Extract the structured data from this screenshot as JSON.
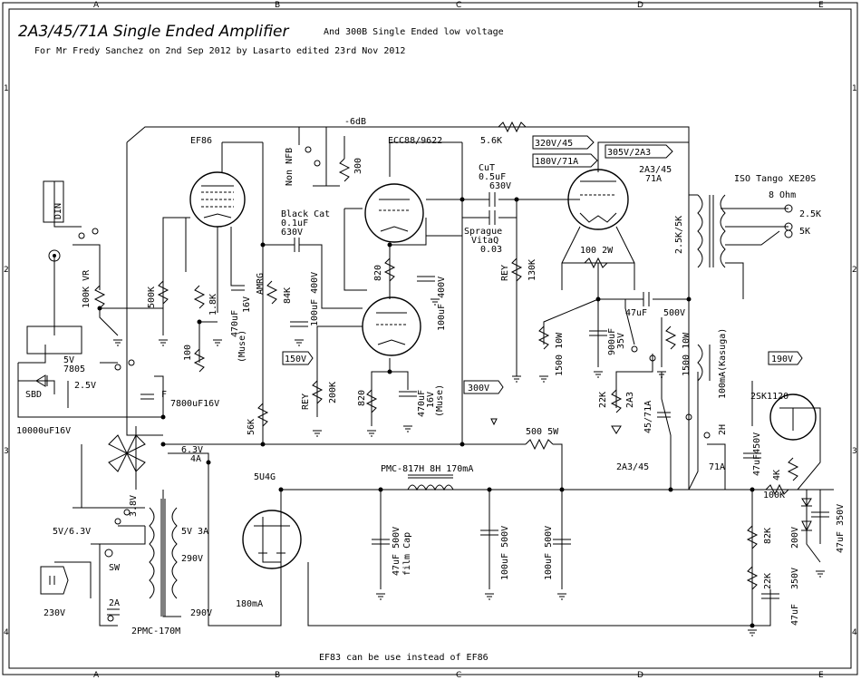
{
  "title": {
    "main": "2A3/45/71A Single Ended Amplifier",
    "sub": "And 300B Single Ended low voltage",
    "credit": "For Mr Fredy Sanchez   on 2nd Sep 2012 by Lasarto edited 23rd Nov 2012"
  },
  "grid": {
    "cols": [
      "A",
      "B",
      "C",
      "D",
      "E"
    ],
    "rows": [
      "1",
      "2",
      "3",
      "4"
    ]
  },
  "tubes": {
    "ef86": "EF86",
    "ecc88": "ECC88/9622",
    "output": "2A3/45",
    "output2": "71A",
    "rect": "5U4G",
    "regulator": "2SK1120"
  },
  "feedback": {
    "nfb": "-6dB",
    "res": "5.6K",
    "switch": "Non NFB",
    "res2": "300"
  },
  "input": {
    "din": "DIN",
    "vr": "100K VR",
    "r500k": "500K",
    "r1k8": "1.8K",
    "cap470": "470uF",
    "v16": "16V",
    "muse": "(Muse)",
    "r100": "100",
    "c7800": "7800uF16V",
    "amrg": "AMRG",
    "r84k": "84K"
  },
  "coupling": {
    "bc1": "Black Cat",
    "bc2": "0.1uF",
    "bc3": "630V",
    "cut": "CuT",
    "cut_val": "0.5uF",
    "cut_v": "630V",
    "sp1": "Sprague",
    "sp2": "VitaQ",
    "sp3": "0.03",
    "c100_400": "100uF 400V",
    "c100_400b": "100uF 400V"
  },
  "stage2": {
    "r820a": "820",
    "r820b": "820",
    "c470": "470uF",
    "c470v": "16V",
    "c470m": "(Muse)",
    "rey1": "REY",
    "r200k": "200K",
    "rey2": "REY",
    "r130k": "130K",
    "r56k": "56K",
    "v150": "150V",
    "v300": "300V"
  },
  "output_stage": {
    "v320": "320V/45",
    "v305": "305V/2A3",
    "v180": "180V/71A",
    "r100_2w": "100 2W",
    "c47": "47uF",
    "c500v": "500V",
    "r1500a": "1500 10W",
    "c900": "900uF",
    "c35v": "35V",
    "r1500b": "1500 10W",
    "r22k": "22K",
    "sel1": "2A3",
    "sel2": "45/71A",
    "sel3": "2A3/45",
    "sel4": "71A",
    "choke_k": "100mA(Kasuga)",
    "choke_h": "2H",
    "ot": "2.5K/5K",
    "ot_name": "ISO Tango XE20S",
    "ohm": "8 Ohm",
    "t25k": "2.5K",
    "t5k": "5K"
  },
  "regulator": {
    "v190": "190V",
    "c47_450": "47uF450V",
    "r4k": "4K",
    "r100k": "100K",
    "r82k": "82K",
    "z200": "200V",
    "c47_350": "47uF 350V",
    "r22k": "22K",
    "c350": "350V",
    "c47": "47uF"
  },
  "power": {
    "r500_5w": "500 5W",
    "pmc": "PMC-817H 8H 170mA",
    "c47_500": "47uF 500V",
    "film": "film Cap",
    "c100_500a": "100uF 500V",
    "c100_500b": "100uF 500V",
    "v63": "6.3V",
    "a4": "4A",
    "v38": "3.8V",
    "v5_63": "5V/6.3V",
    "v5_3a": "5V 3A",
    "v290a": "290V",
    "v290b": "290V",
    "ma180": "180mA",
    "sw": "SW",
    "fuse": "2A",
    "v230": "230V",
    "trans": "2PMC-170M",
    "c10000": "10000uF16V",
    "v5": "5V",
    "reg78": "7805",
    "v25": "2.5V",
    "sbd": "SBD",
    "f": "F"
  },
  "footer": "EF83 can be use instead of EF86"
}
